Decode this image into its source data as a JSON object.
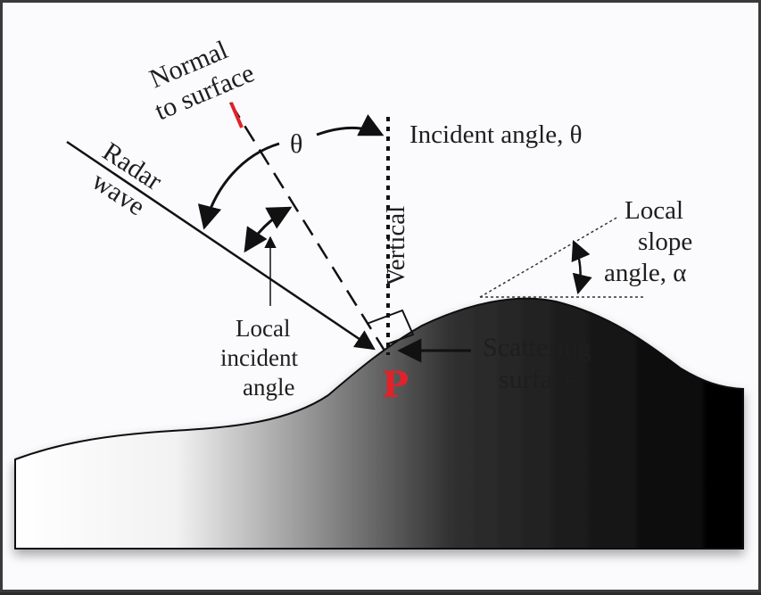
{
  "labels": {
    "normal_line1": "Normal",
    "normal_line2": "to surface",
    "theta_top": "θ",
    "incident_angle": "Incident angle, θ",
    "radar_line1": "Radar",
    "radar_line2": "wave",
    "vertical": "Vertical",
    "local_slope_line1": "Local",
    "local_slope_line2": "slope",
    "local_slope_line3": "angle, α",
    "local_inc_line1": "Local",
    "local_inc_line2": "incident",
    "local_inc_line3": "angle",
    "scattering_line1": "Scattering",
    "scattering_line2": "surface",
    "point_marker": "P"
  },
  "colors": {
    "line": "#111111",
    "annotation_red": "#e0222a",
    "terrain_dark": "#000000",
    "terrain_light": "#ffffff"
  }
}
